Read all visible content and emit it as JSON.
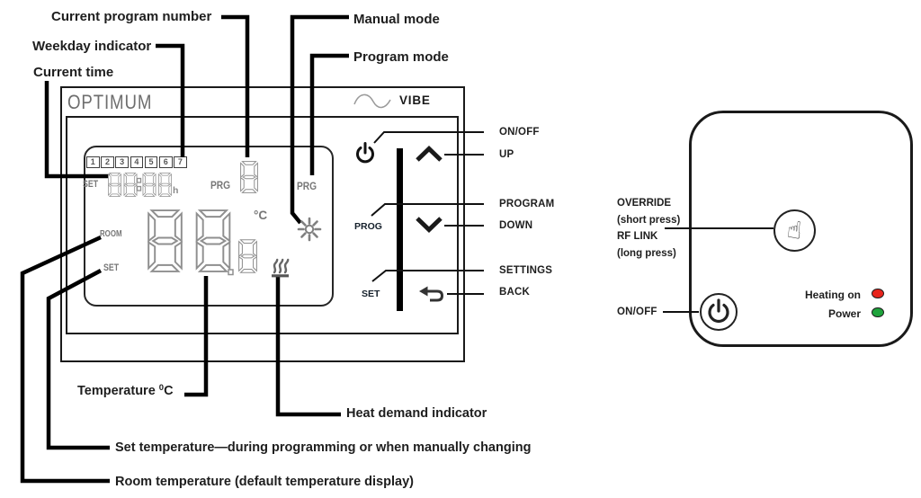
{
  "diagram": {
    "thermostat": {
      "brand": "OPTIMUM",
      "model": "VIBE",
      "lcd": {
        "weekdays": [
          "1",
          "2",
          "3",
          "4",
          "5",
          "6",
          "7"
        ],
        "time_set_label": "SET",
        "time_value": "88:88",
        "time_unit": "h",
        "program_label": "PRG",
        "program_number": "8",
        "program_mode_label": "PRG",
        "temperature_value": "88.8",
        "temperature_unit": "°C",
        "room_label": "ROOM",
        "set_label": "SET"
      },
      "buttons": {
        "prog_label": "PROG",
        "set_label": "SET"
      }
    },
    "receiver": {
      "override_button_labels": [
        "OVERRIDE",
        "(short press)",
        "RF LINK",
        "(long press)"
      ],
      "onoff_label": "ON/OFF",
      "indicators": [
        {
          "label": "Heating on",
          "color": "#e8251d"
        },
        {
          "label": "Power",
          "color": "#1fa33c"
        }
      ]
    },
    "callouts": {
      "current_program_number": "Current program number",
      "weekday_indicator": "Weekday indicator",
      "current_time": "Current time",
      "manual_mode": "Manual mode",
      "program_mode": "Program mode",
      "onoff": "ON/OFF",
      "up": "UP",
      "program": "PROGRAM",
      "down": "DOWN",
      "settings": "SETTINGS",
      "back": "BACK",
      "temperature_pre": "Temperature",
      "temperature_sup": "0",
      "temperature_post": "C",
      "heat_demand": "Heat demand indicator",
      "set_temperature": "Set temperature—during programming or when manually changing",
      "room_temperature": "Room temperature (default temperature display)"
    }
  }
}
